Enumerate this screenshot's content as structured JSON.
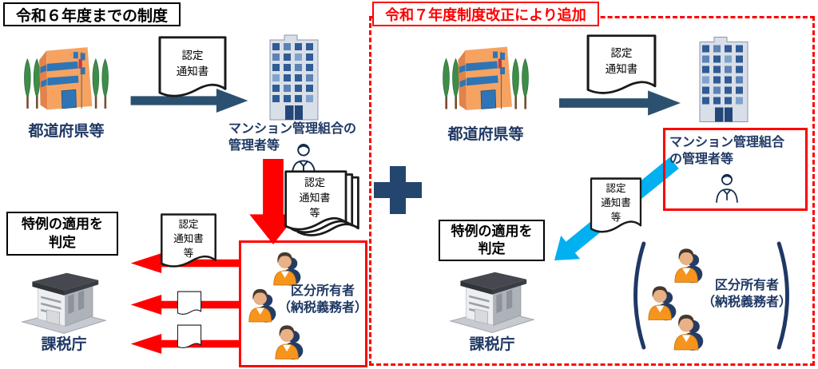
{
  "colors": {
    "red": "#ff0000",
    "cyan_arrow": "#00b0f0",
    "navy_text": "#1f3864",
    "arrow_navy": "#2c5170",
    "plus_navy": "#24466e"
  },
  "left": {
    "title": "令和６年度までの制度",
    "prefecture_label": "都道府県等",
    "cert_notice_doc": "認定\n通知書",
    "association_label": "マンション管理組合の\n管理者等",
    "cert_notice_etc_doc": "認定\n通知書\n等",
    "owners_label": "区分所有者\n（納税義務者）",
    "judge_label": "特例の適用を\n判定",
    "cert_notice_etc_doc2": "認定\n通知書\n等",
    "tax_agency_label": "課税庁"
  },
  "right": {
    "title": "令和７年度制度改正により追加",
    "prefecture_label": "都道府県等",
    "cert_notice_doc": "認定\n通知書",
    "association_label": "マンション管理組合\nの管理者等",
    "cert_notice_etc_doc": "認定\n通知書\n等",
    "owners_label": "区分所有者\n（納税義務者）",
    "judge_label": "特例の適用を\n判定",
    "tax_agency_label": "課税庁"
  }
}
